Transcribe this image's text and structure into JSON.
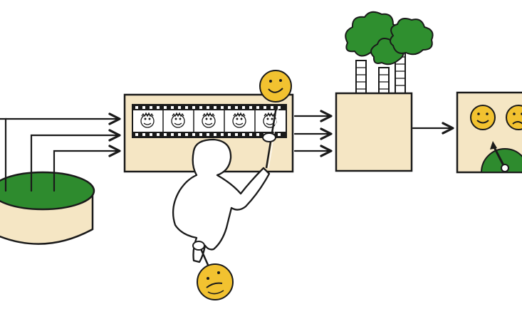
{
  "diagram": {
    "text_labels": [],
    "colors": {
      "outline": "#1a1a1a",
      "box_fill": "#f5e6c4",
      "grass_green": "#2e8b2e",
      "tree_green": "#2f8f2f",
      "smiley_yellow": "#f2c230",
      "figure_fill": "#ffffff",
      "arrow": "#1a1a1a"
    },
    "elements": {
      "source_cylinder": {
        "icon": "grass-cylinder-icon"
      },
      "film_box": {
        "icon": "film-strip-icon",
        "frames": 5
      },
      "processing_box": {
        "icon": "trees-chimney-icon",
        "trees": 3
      },
      "rating_box": {
        "icon": "rating-gauge-icon",
        "faces": [
          "happy",
          "sad"
        ]
      },
      "person": {
        "icon": "person-holding-signs-icon",
        "signs": [
          "happy",
          "sad"
        ]
      }
    }
  }
}
